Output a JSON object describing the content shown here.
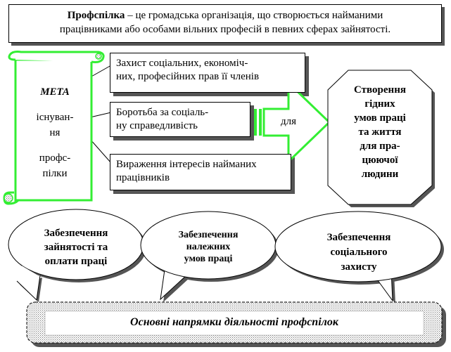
{
  "title": {
    "term": "Профспілка",
    "definition_line1": " – це громадська організація, що створюється  найманими",
    "definition_line2": "працівниками або особами вільних професій в певних  сферах  зайнятості."
  },
  "scroll": {
    "line1": "МЕТА",
    "line2": "існуван-",
    "line3": "ня",
    "line4": "профс-",
    "line5": "пілки"
  },
  "goals": [
    {
      "line1": "Захист соціальних, економіч-",
      "line2": "них, професійних прав її членів"
    },
    {
      "line1": "Боротьба за соціаль-",
      "line2": "ну справедливість"
    },
    {
      "line1": "Вираження інтересів найманих",
      "line2": "працівників"
    }
  ],
  "arrow_label": "для",
  "result": {
    "lines": [
      "Створення",
      "гідних",
      "умов праці",
      "та життя",
      "для  пра-",
      "цюючої",
      "людини"
    ]
  },
  "callouts": [
    {
      "lines": [
        "Забезпечення",
        "зайнятості  та",
        "оплати праці"
      ]
    },
    {
      "lines": [
        "Забезпечення",
        "належних",
        "умов праці"
      ]
    },
    {
      "lines": [
        "Забезпечення",
        "соціального",
        "захисту"
      ]
    }
  ],
  "footer": {
    "label": "Основні напрямки діяльності профспілок"
  },
  "colors": {
    "green": "#33ee33",
    "shadow": "#555555"
  }
}
